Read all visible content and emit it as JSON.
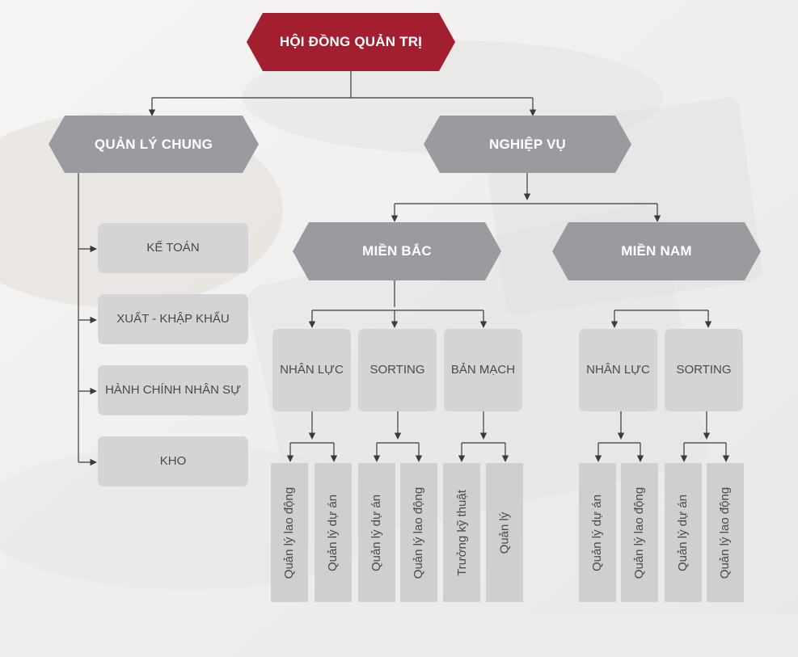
{
  "colors": {
    "accent_red": "#a31f2f",
    "hex_gray": "#9a9ba0",
    "box_gray": "#d4d4d6",
    "line": "#3a3a3a"
  },
  "board": {
    "label": "HỘI ĐỒNG QUẢN TRỊ"
  },
  "general": {
    "label": "QUẢN LÝ CHUNG",
    "items": [
      "KẾ TOÁN",
      "XUẤT - KHẬP KHẨU",
      "HÀNH CHÍNH NHÂN SỰ",
      "KHO"
    ]
  },
  "operations": {
    "label": "NGHIỆP VỤ",
    "north": {
      "label": "MIỀN BẮC",
      "depts": [
        {
          "label": "NHÂN LỰC",
          "roles": [
            "Quản lý lao động",
            "Quản lý dự án"
          ]
        },
        {
          "label": "SORTING",
          "roles": [
            "Quản lý dự án",
            "Quản lý lao động"
          ]
        },
        {
          "label": "BẢN MẠCH",
          "roles": [
            "Trưởng kỹ thuật",
            "Quản lý"
          ]
        }
      ]
    },
    "south": {
      "label": "MIỀN NAM",
      "depts": [
        {
          "label": "NHÂN LỰC",
          "roles": [
            "Quản lý dự án",
            "Quản lý lao động"
          ]
        },
        {
          "label": "SORTING",
          "roles": [
            "Quản lý dự án",
            "Quản lý lao động"
          ]
        }
      ]
    }
  }
}
